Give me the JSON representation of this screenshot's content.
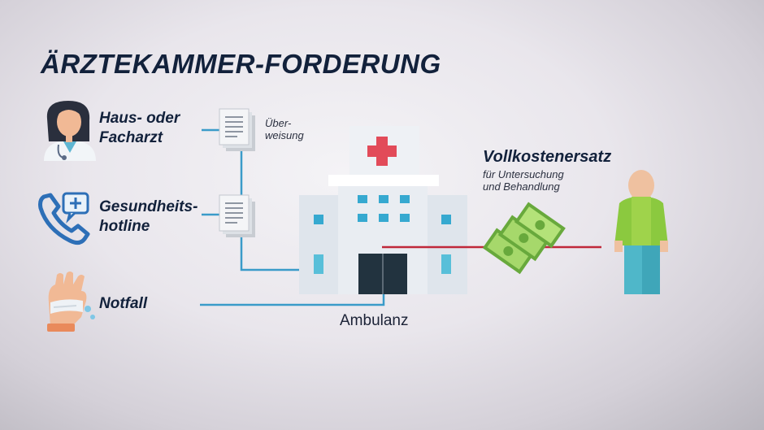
{
  "title": "ÄRZTEKAMMER-FORDERUNG",
  "sources": [
    {
      "line1": "Haus- oder",
      "line2": "Facharzt"
    },
    {
      "line1": "Gesundheits-",
      "line2": "hotline"
    },
    {
      "line1": "Notfall"
    }
  ],
  "referral": {
    "line1": "Über-",
    "line2": "weisung"
  },
  "hospital_label": "Ambulanz",
  "refund": {
    "title": "Vollkostenersatz",
    "line1": "für Untersuchung",
    "line2": "und Behandlung"
  },
  "colors": {
    "connector": "#3a9bc9",
    "payment_line": "#c0283a",
    "cross": "#e24b59",
    "money": "#7ec24a",
    "patient_shirt": "#8bc93f",
    "patient_pants": "#4fb7c9",
    "text": "#12213b"
  }
}
